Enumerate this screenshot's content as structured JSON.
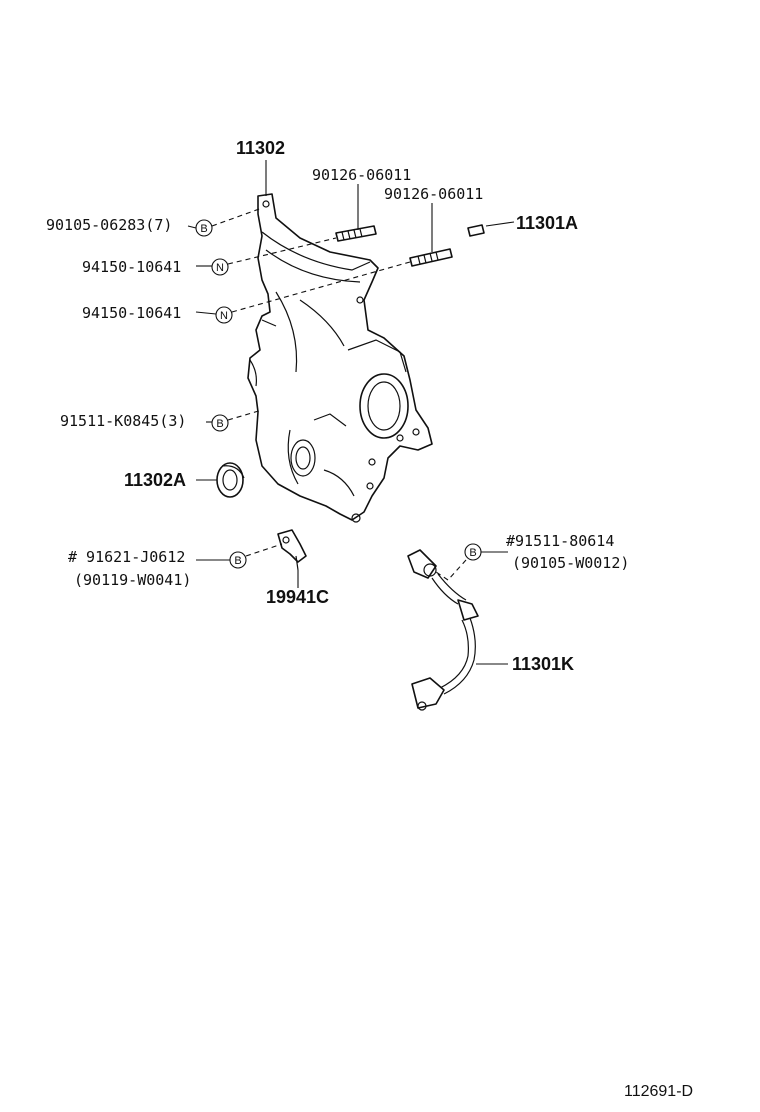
{
  "labels": {
    "cover": "11302",
    "stud_1": "90126-06011",
    "stud_2": "90126-06011",
    "bolt_top": "90105-06283(7)",
    "pin": "11301A",
    "nut_1": "94150-10641",
    "nut_2": "94150-10641",
    "bolt_mid": "91511-K0845(3)",
    "seal": "11302A",
    "bolt_bracket": "# 91621-J0612",
    "bolt_bracket_alt": "(90119-W0041)",
    "bracket": "19941C",
    "sensor_bolt": "#91511-80614",
    "sensor_bolt_alt": "(90105-W0012)",
    "sensor": "11301K"
  },
  "badges": {
    "b_top": "B",
    "n_1": "N",
    "n_2": "N",
    "b_mid": "B",
    "b_bracket": "B",
    "b_sensor": "B"
  },
  "figure_number": "112691-D"
}
